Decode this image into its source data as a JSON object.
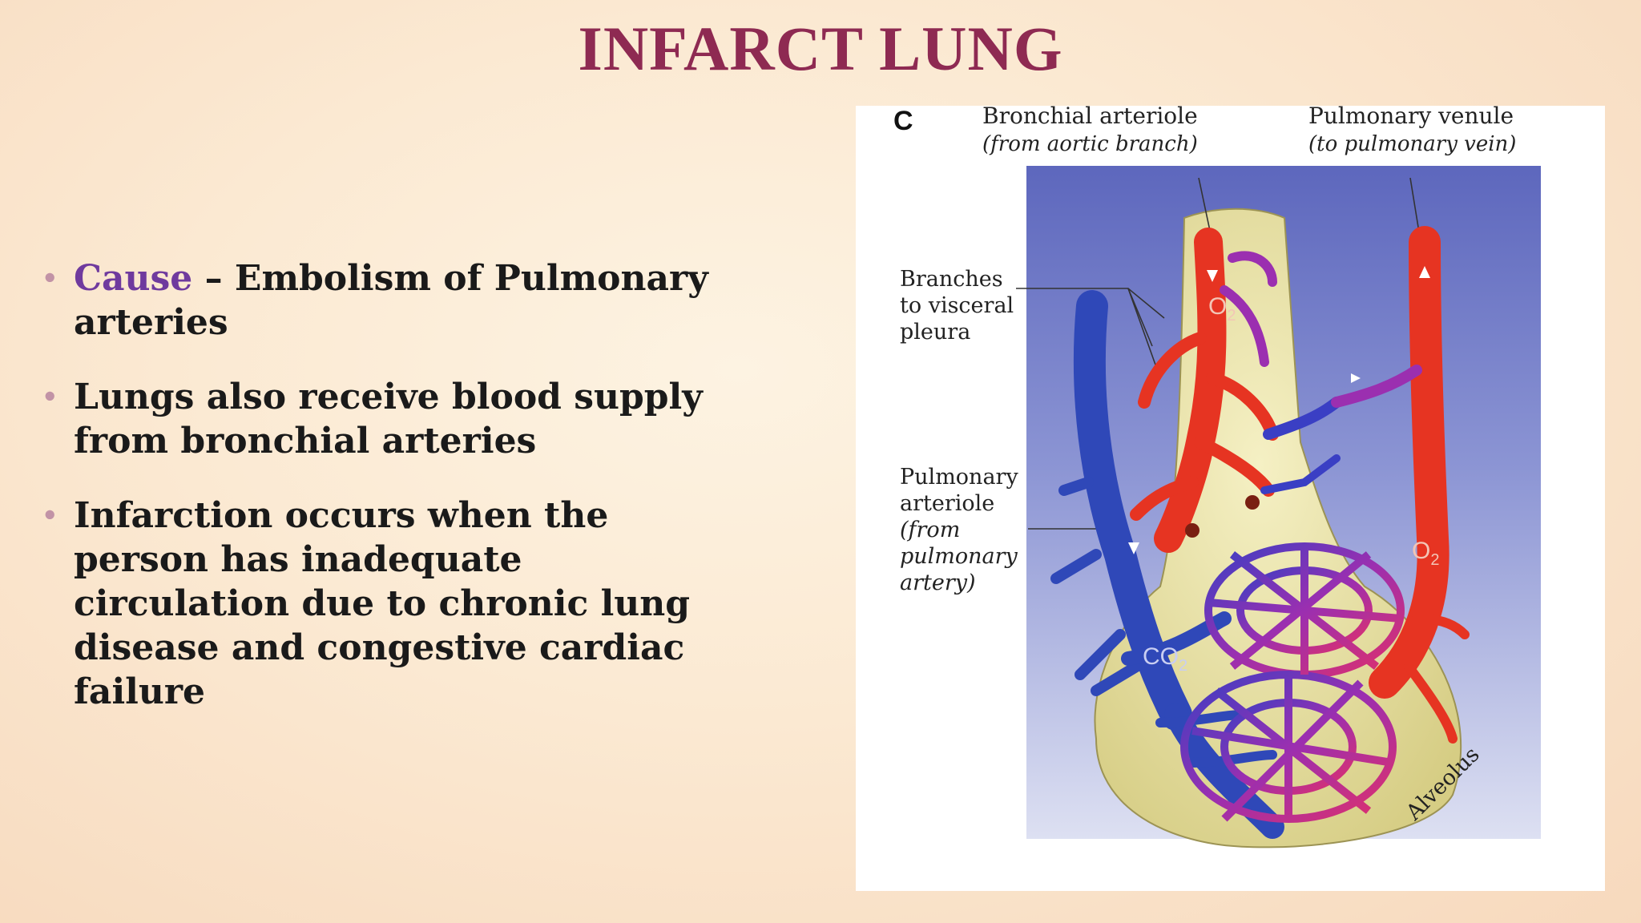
{
  "slide": {
    "title": "INFARCT LUNG"
  },
  "bullets": [
    {
      "highlight": "Cause",
      "text": " – Embolism of Pulmonary arteries"
    },
    {
      "text": "Lungs also   receive blood supply from bronchial arteries"
    },
    {
      "text": "Infarction occurs when the person has inadequate circulation due to chronic lung disease and congestive cardiac failure"
    }
  ],
  "figure": {
    "panel_letter": "C",
    "bronchial_arteriole": {
      "title": "Bronchial arteriole",
      "subtitle": "(from aortic branch)"
    },
    "pulmonary_venule": {
      "title": "Pulmonary venule",
      "subtitle": "(to pulmonary vein)"
    },
    "branches_label": [
      "Branches",
      "to visceral",
      "pleura"
    ],
    "pulmonary_arteriole_label": [
      "Pulmonary",
      "arteriole"
    ],
    "pulmonary_arteriole_sub": [
      "(from",
      "pulmonary",
      "artery)"
    ],
    "o2": "O",
    "co2": "CO",
    "subscript_2": "2",
    "alveolus": "Alveolus",
    "colors": {
      "title": "#8e2a52",
      "highlight": "#6f3a9e",
      "oxygenated": "#e63422",
      "deoxygenated": "#2f48b8",
      "alveolus": "#e6dc9a",
      "backdrop": "#5e6cc0"
    }
  }
}
